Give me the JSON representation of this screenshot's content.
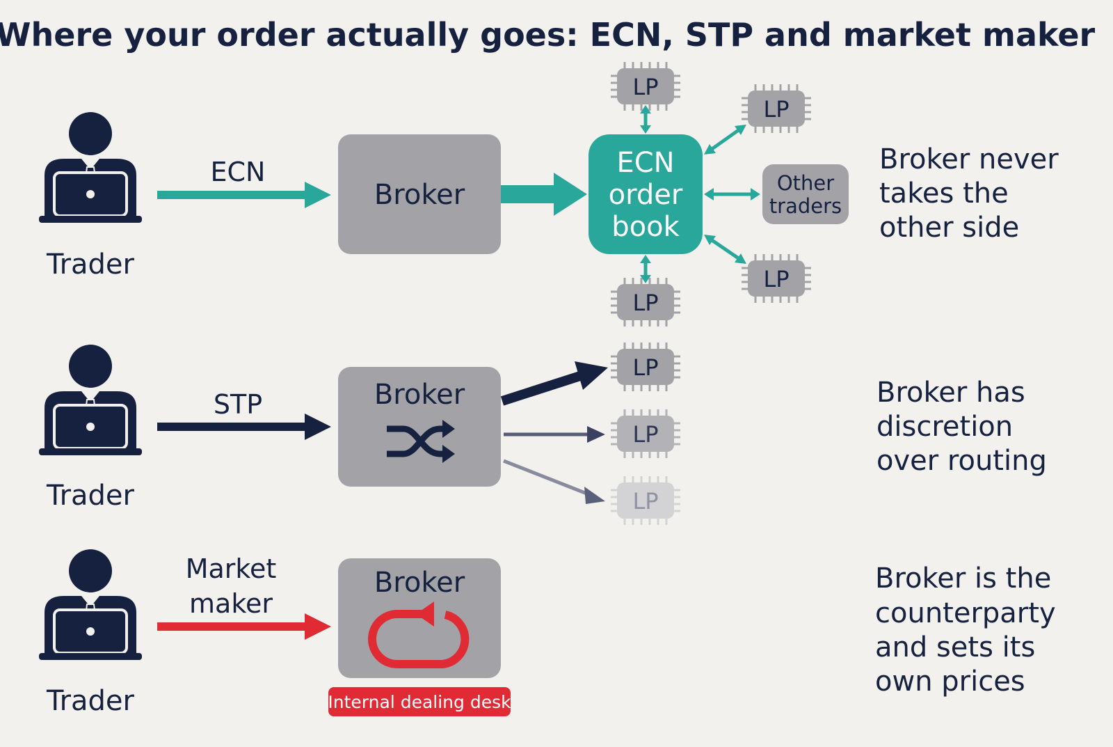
{
  "title": "Where your order actually goes: ECN, STP and market maker",
  "colors": {
    "background": "#f2f1ee",
    "navy": "#16213f",
    "teal": "#2aa79b",
    "red": "#e02b34",
    "box_gray": "#a3a3a7",
    "chip_gray": "#a3a3a7"
  },
  "rows": {
    "ecn": {
      "trader_label": "Trader",
      "route_label": "ECN",
      "broker_label": "Broker",
      "order_book_lines": [
        "ECN",
        "order",
        "book"
      ],
      "lp_label": "LP",
      "other_traders_lines": [
        "Other",
        "traders"
      ],
      "note_lines": [
        "Broker never",
        "takes the",
        "other side"
      ]
    },
    "stp": {
      "trader_label": "Trader",
      "route_label": "STP",
      "broker_label": "Broker",
      "broker_icon": "shuffle-icon",
      "lp_label": "LP",
      "note_lines": [
        "Broker has",
        "discretion",
        "over routing"
      ]
    },
    "mm": {
      "trader_label": "Trader",
      "route_label_lines": [
        "Market",
        "maker"
      ],
      "broker_label": "Broker",
      "broker_icon": "loop-arrow-icon",
      "desk_label": "Internal dealing desk",
      "note_lines": [
        "Broker is the",
        "counterparty",
        "and sets its",
        "own prices"
      ]
    }
  }
}
